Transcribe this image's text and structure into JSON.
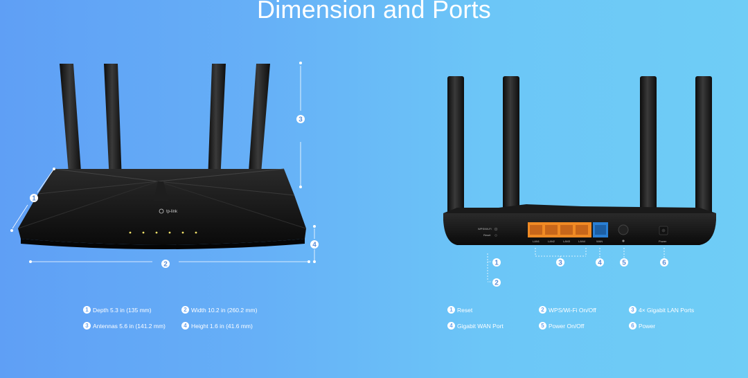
{
  "header": {
    "title": "Dimension and Ports"
  },
  "front_view": {
    "brand_logo": "tp-link",
    "callouts": [
      "1",
      "2",
      "3",
      "4"
    ],
    "legend": [
      {
        "num": "1",
        "text": "Depth 5.3 in (135 mm)"
      },
      {
        "num": "2",
        "text": "Width 10.2 in (260.2 mm)"
      },
      {
        "num": "3",
        "text": "Antennas 5.6 in (141.2 mm)"
      },
      {
        "num": "4",
        "text": "Height 1.6 in (41.6 mm)"
      }
    ]
  },
  "back_view": {
    "port_labels": [
      "LAN1",
      "LAN2",
      "LAN3",
      "LAN4",
      "WAN"
    ],
    "button_labels": {
      "wps": "WPS/Wi-Fi",
      "reset": "Reset",
      "power": "Power"
    },
    "callouts": [
      "1",
      "2",
      "3",
      "4",
      "5",
      "6"
    ],
    "legend": [
      {
        "num": "1",
        "text": "Reset"
      },
      {
        "num": "2",
        "text": "WPS/Wi-Fi On/Off"
      },
      {
        "num": "3",
        "text": "4× Gigabit LAN Ports"
      },
      {
        "num": "4",
        "text": "Gigabit WAN Port"
      },
      {
        "num": "5",
        "text": "Power On/Off"
      },
      {
        "num": "6",
        "text": "Power"
      }
    ]
  },
  "colors": {
    "background_left": "#5f9ff5",
    "background_right": "#6fcdf6",
    "lan_port": "#f08a24",
    "wan_port": "#2a7fd4",
    "router_body": "#151515"
  }
}
